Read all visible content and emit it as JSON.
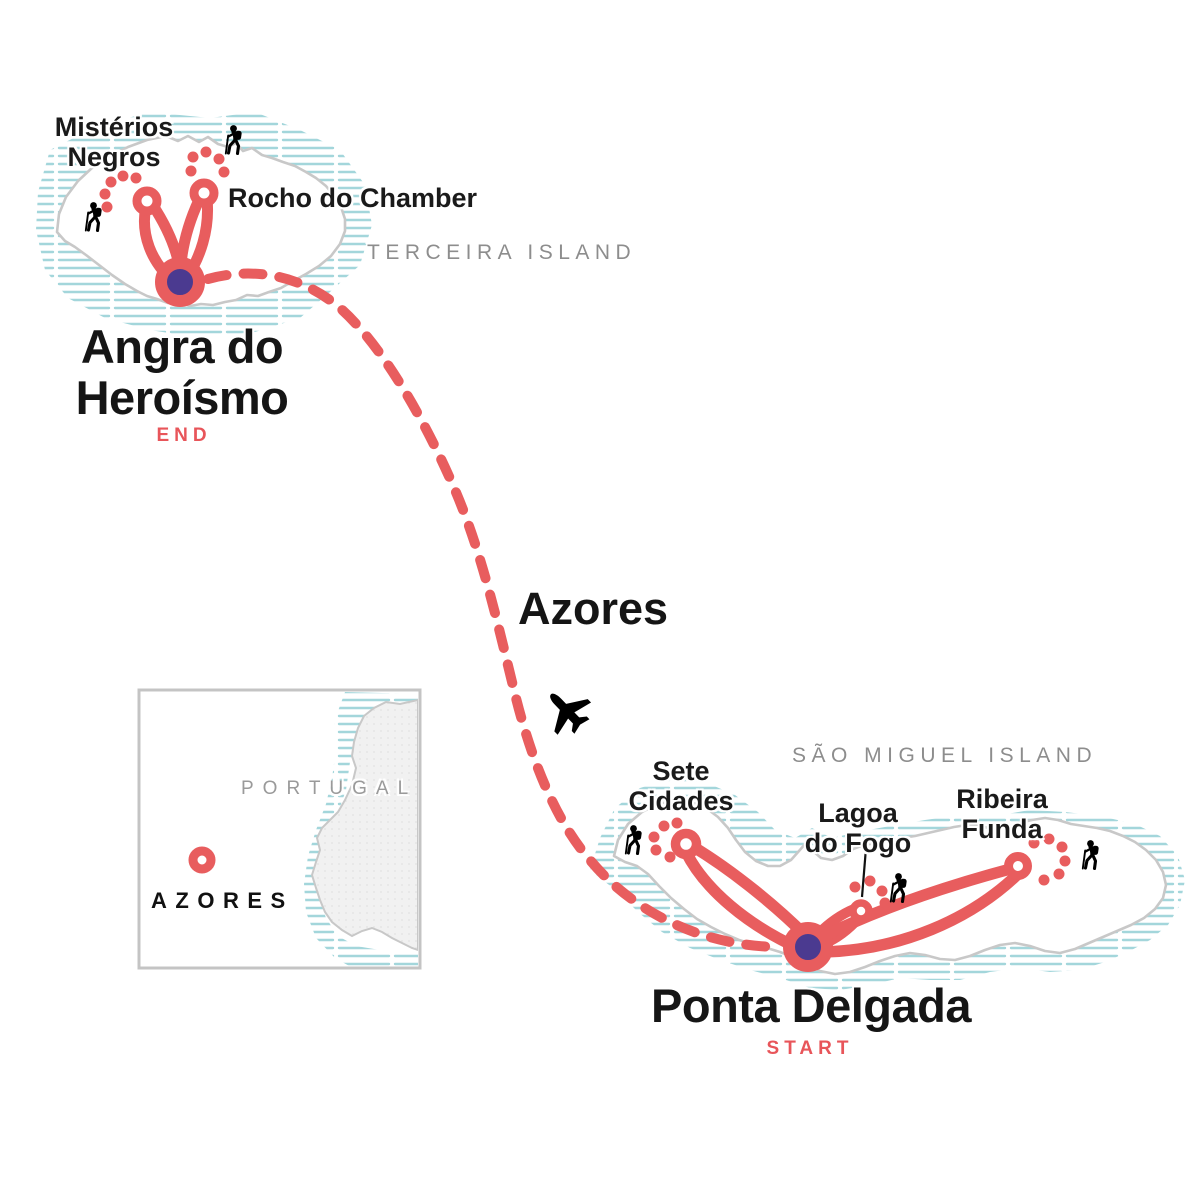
{
  "map": {
    "title": "Azores",
    "terceira": {
      "island_label": "TERCEIRA ISLAND",
      "city": {
        "line1": "Angra do",
        "line2": "Heroísmo"
      },
      "city_tag": "END",
      "poi_misterios": {
        "line1": "Mistérios",
        "line2": "Negros"
      },
      "poi_rocho": {
        "label": "Rocho do Chamber"
      }
    },
    "sao_miguel": {
      "island_label": "SÃO MIGUEL ISLAND",
      "city": {
        "line1": "Ponta Delgada"
      },
      "city_tag": "START",
      "poi_sete": {
        "line1": "Sete",
        "line2": "Cidades"
      },
      "poi_lagoa": {
        "line1": "Lagoa",
        "line2": "do Fogo"
      },
      "poi_ribeira": {
        "line1": "Ribeira",
        "line2": "Funda"
      }
    },
    "inset": {
      "country_label": "PORTUGAL",
      "marker_label": "AZORES"
    },
    "icons": {
      "plane": "plane-icon",
      "hiker": "hiker-icon",
      "start_hub": "hub-marker",
      "poi_ring": "poi-ring-marker"
    },
    "colors": {
      "route_red": "#E85D5E",
      "hub_purple": "#4B3A90",
      "water_teal": "#A3D6DB",
      "coast_gray": "#C8C8C8",
      "island_label_gray": "#8D8D8D",
      "tag_red": "#E8555A",
      "text_black": "#1A1A1A"
    }
  }
}
